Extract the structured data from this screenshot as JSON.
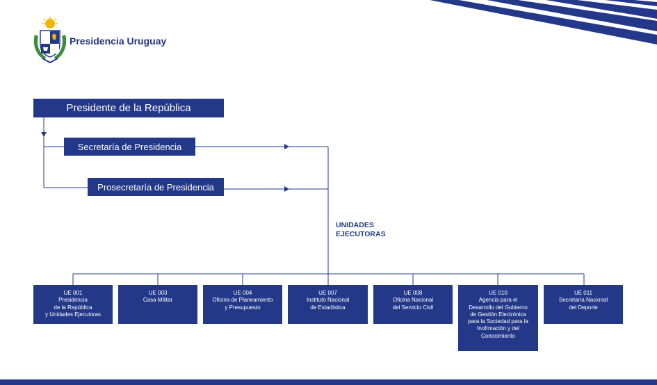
{
  "header": {
    "brand_name": "Presidencia Uruguay",
    "brand_color": "#24357f"
  },
  "diagram": {
    "top_nodes": [
      {
        "id": "president",
        "label": "Presidente de la República"
      },
      {
        "id": "secretaria",
        "label": "Secretaría de Presidencia"
      },
      {
        "id": "prosecretaria",
        "label": "Prosecretaría de Presidencia"
      }
    ],
    "group_label": "UNIDADES\nEJECUTORAS",
    "units": [
      {
        "code": "UE 001",
        "name": "Presidencia\nde la República\ny Unidades Ejecutoras"
      },
      {
        "code": "UE 003",
        "name": "Casa Militar"
      },
      {
        "code": "UE 004",
        "name": "Oficina de Planeamiento\ny Presupuesto"
      },
      {
        "code": "UE 007",
        "name": "Instituto Nacional\nde Estadística"
      },
      {
        "code": "UE 008",
        "name": "Oficina Nacional\ndel Servicio Civil"
      },
      {
        "code": "UE 010",
        "name": "Agencia para el\nDesarrollo del Gobierno\nde Gestión Electrónica\npara la Sociedad para la\nInofrmación y del\nConocimiento"
      },
      {
        "code": "UE 011",
        "name": "Secretaría Nacional\ndel Deporte"
      }
    ]
  },
  "colors": {
    "box": "#24388a",
    "line": "#24388a",
    "text_dark": "#1f3b86"
  }
}
